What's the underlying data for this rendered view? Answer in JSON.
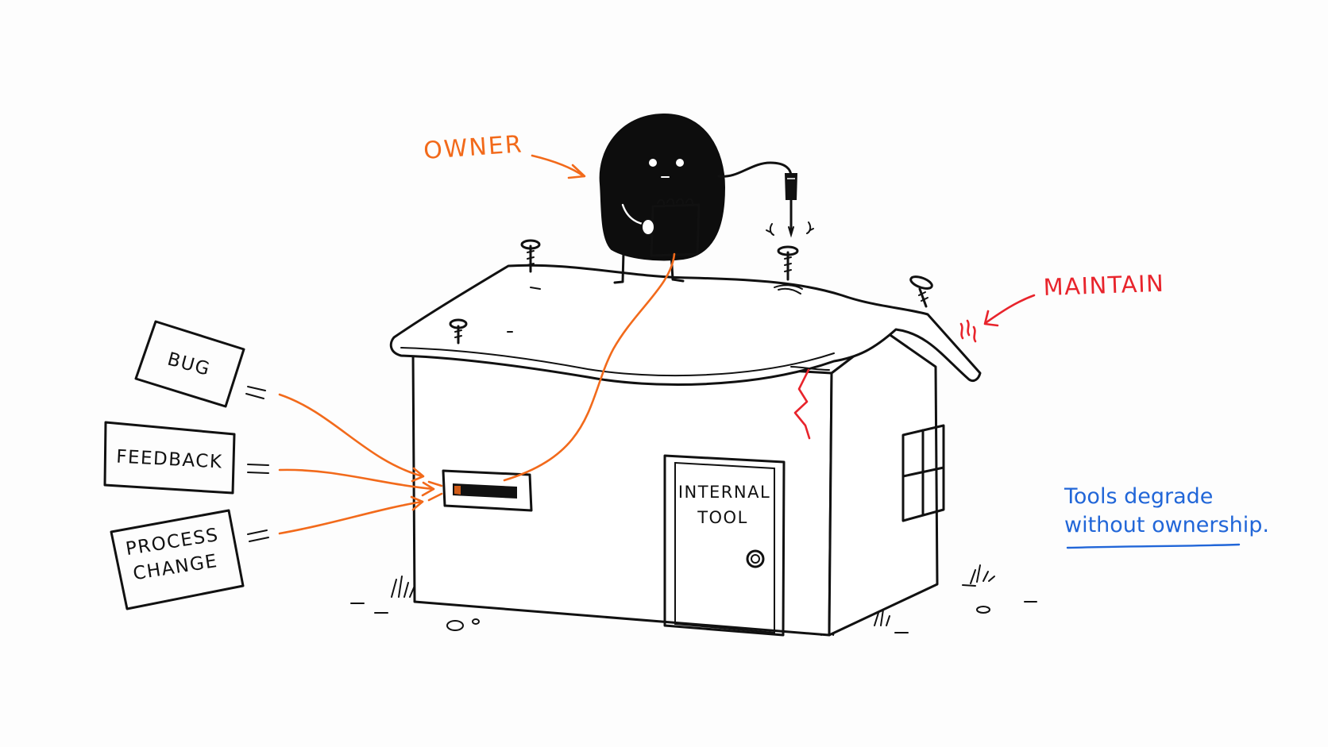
{
  "labels": {
    "owner": "OWNER",
    "maintain": "MAINTAIN",
    "bug": "BUG",
    "feedback": "FEEDBACK",
    "process_line1": "PROCESS",
    "process_line2": "CHANGE",
    "door_line1": "INTERNAL",
    "door_line2": "TOOL",
    "note_line1": "Tools degrade",
    "note_line2": "without ownership."
  },
  "colors": {
    "ink": "#111111",
    "orange": "#f26a1b",
    "red": "#e8242c",
    "blue": "#2166d8"
  },
  "icons": [
    "owner-character-icon",
    "notepad-icon",
    "screwdriver-icon",
    "screw-icon",
    "mail-slot-icon",
    "house-icon",
    "crack-icon"
  ]
}
